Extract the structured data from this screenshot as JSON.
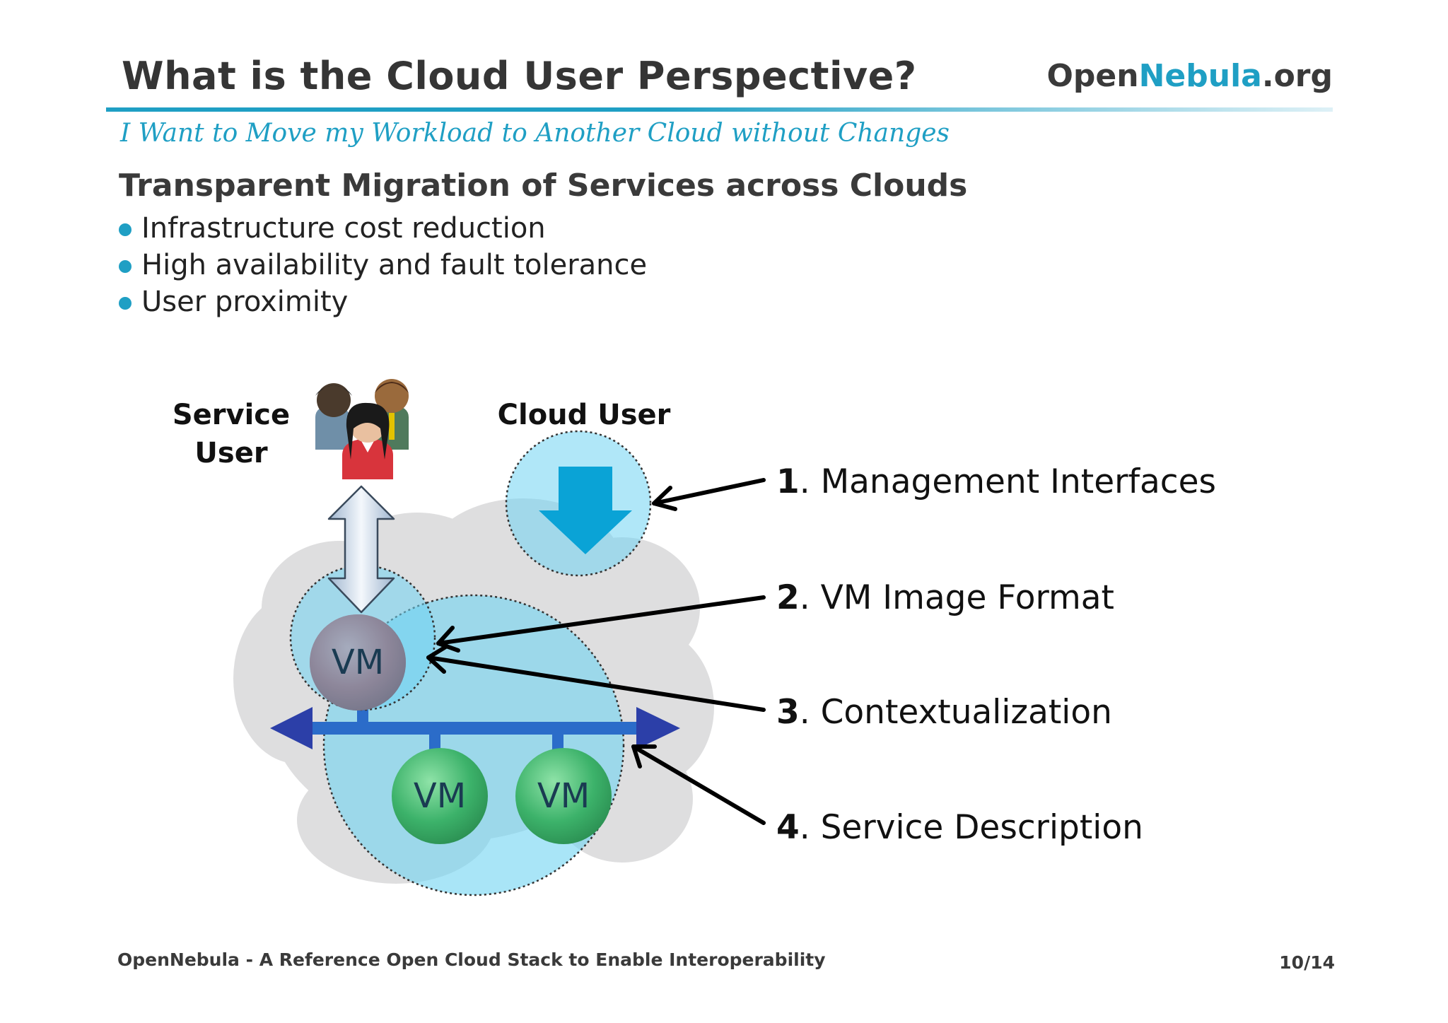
{
  "slide": {
    "title": "What is the Cloud User Perspective?",
    "logo": {
      "prefix": "Open",
      "accent": "Nebula",
      "suffix": ".org"
    },
    "tagline": "I Want to Move my Workload to Another Cloud without Changes",
    "subheading": "Transparent Migration of Services across Clouds",
    "bullets": [
      "Infrastructure cost reduction",
      "High availability and fault tolerance",
      "User proximity"
    ]
  },
  "diagram": {
    "service_user_label": [
      "Service",
      "User"
    ],
    "cloud_user_label": "Cloud User",
    "vm_label": "VM",
    "callouts": [
      {
        "number": "1",
        "text": ". Management Interfaces"
      },
      {
        "number": "2",
        "text": ". VM Image Format"
      },
      {
        "number": "3",
        "text": ". Contextualization"
      },
      {
        "number": "4",
        "text": ". Service Description"
      }
    ]
  },
  "footer": {
    "left": "OpenNebula - A Reference Open Cloud Stack to Enable Interoperability",
    "right": "10/14"
  },
  "colors": {
    "accent": "#1f9fc4",
    "cloud_blue": "#6fd4f2",
    "network_blue": "#2b5fc9",
    "vm_green": "#3cb26a",
    "vm_red": "#a64652"
  }
}
